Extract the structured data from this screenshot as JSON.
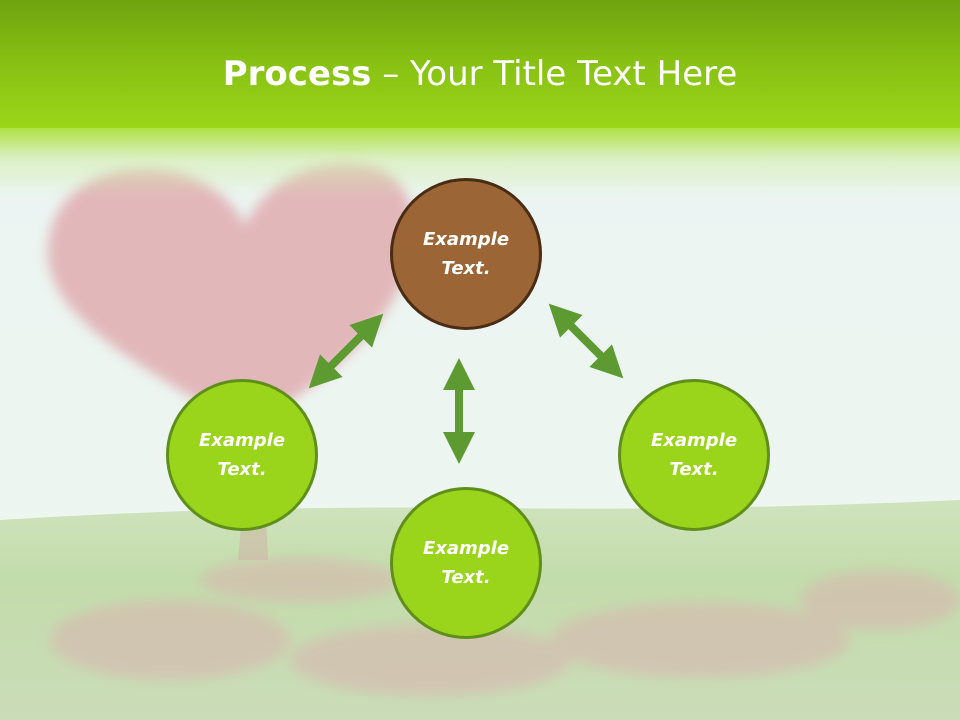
{
  "title": {
    "bold": "Process",
    "rest": " – Your Title Text Here"
  },
  "nodes": [
    {
      "id": "top",
      "label": "Example\nText.",
      "color": "#9c6535",
      "border": "#4a2c14"
    },
    {
      "id": "left",
      "label": "Example\nText.",
      "color": "#9bd51b",
      "border": "#5f8f1a"
    },
    {
      "id": "bottom",
      "label": "Example\nText.",
      "color": "#9bd51b",
      "border": "#5f8f1a"
    },
    {
      "id": "right",
      "label": "Example\nText.",
      "color": "#9bd51b",
      "border": "#5f8f1a"
    }
  ],
  "connectors": [
    {
      "from": "top",
      "to": "left",
      "style": "double-arrow"
    },
    {
      "from": "top",
      "to": "bottom",
      "style": "double-arrow"
    },
    {
      "from": "top",
      "to": "right",
      "style": "double-arrow"
    }
  ],
  "colors": {
    "accent": "#9bd51b",
    "arrow": "#5e9a32",
    "title_bar": "#86bf12"
  }
}
